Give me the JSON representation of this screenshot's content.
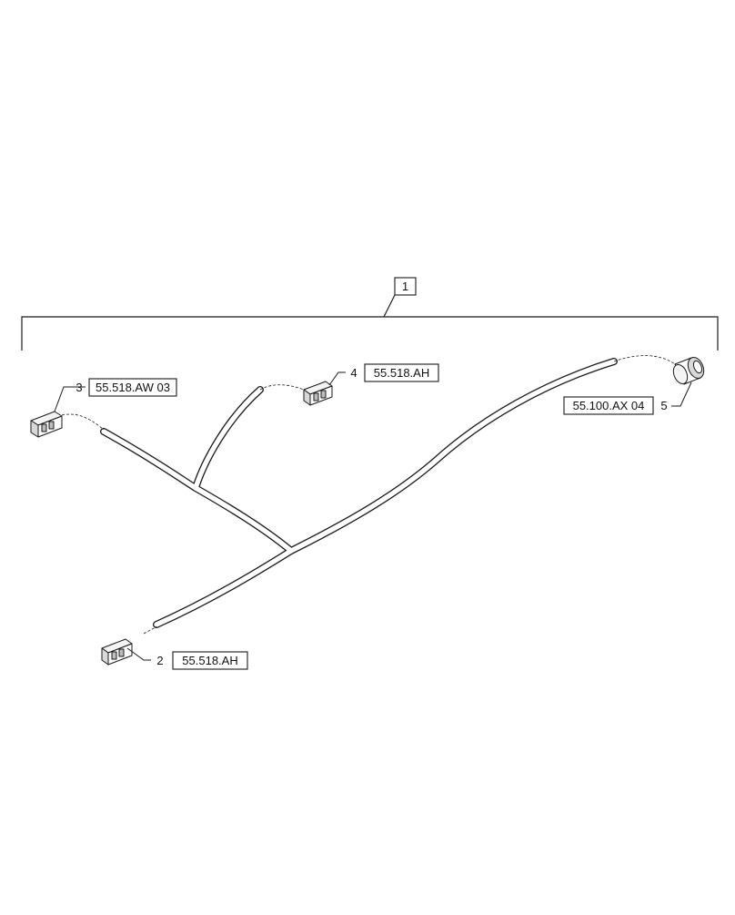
{
  "diagram": {
    "assembly_callout": "1",
    "callouts": [
      {
        "id": "2",
        "reference": "55.518.AH"
      },
      {
        "id": "3",
        "reference": "55.518.AW 03"
      },
      {
        "id": "4",
        "reference": "55.518.AH"
      },
      {
        "id": "5",
        "reference": "55.100.AX 04"
      }
    ]
  },
  "colors": {
    "line": "#1a1a1a",
    "background": "#ffffff",
    "connector_fill": "#f4f4f4",
    "connector_shade": "#bdbdbd"
  }
}
